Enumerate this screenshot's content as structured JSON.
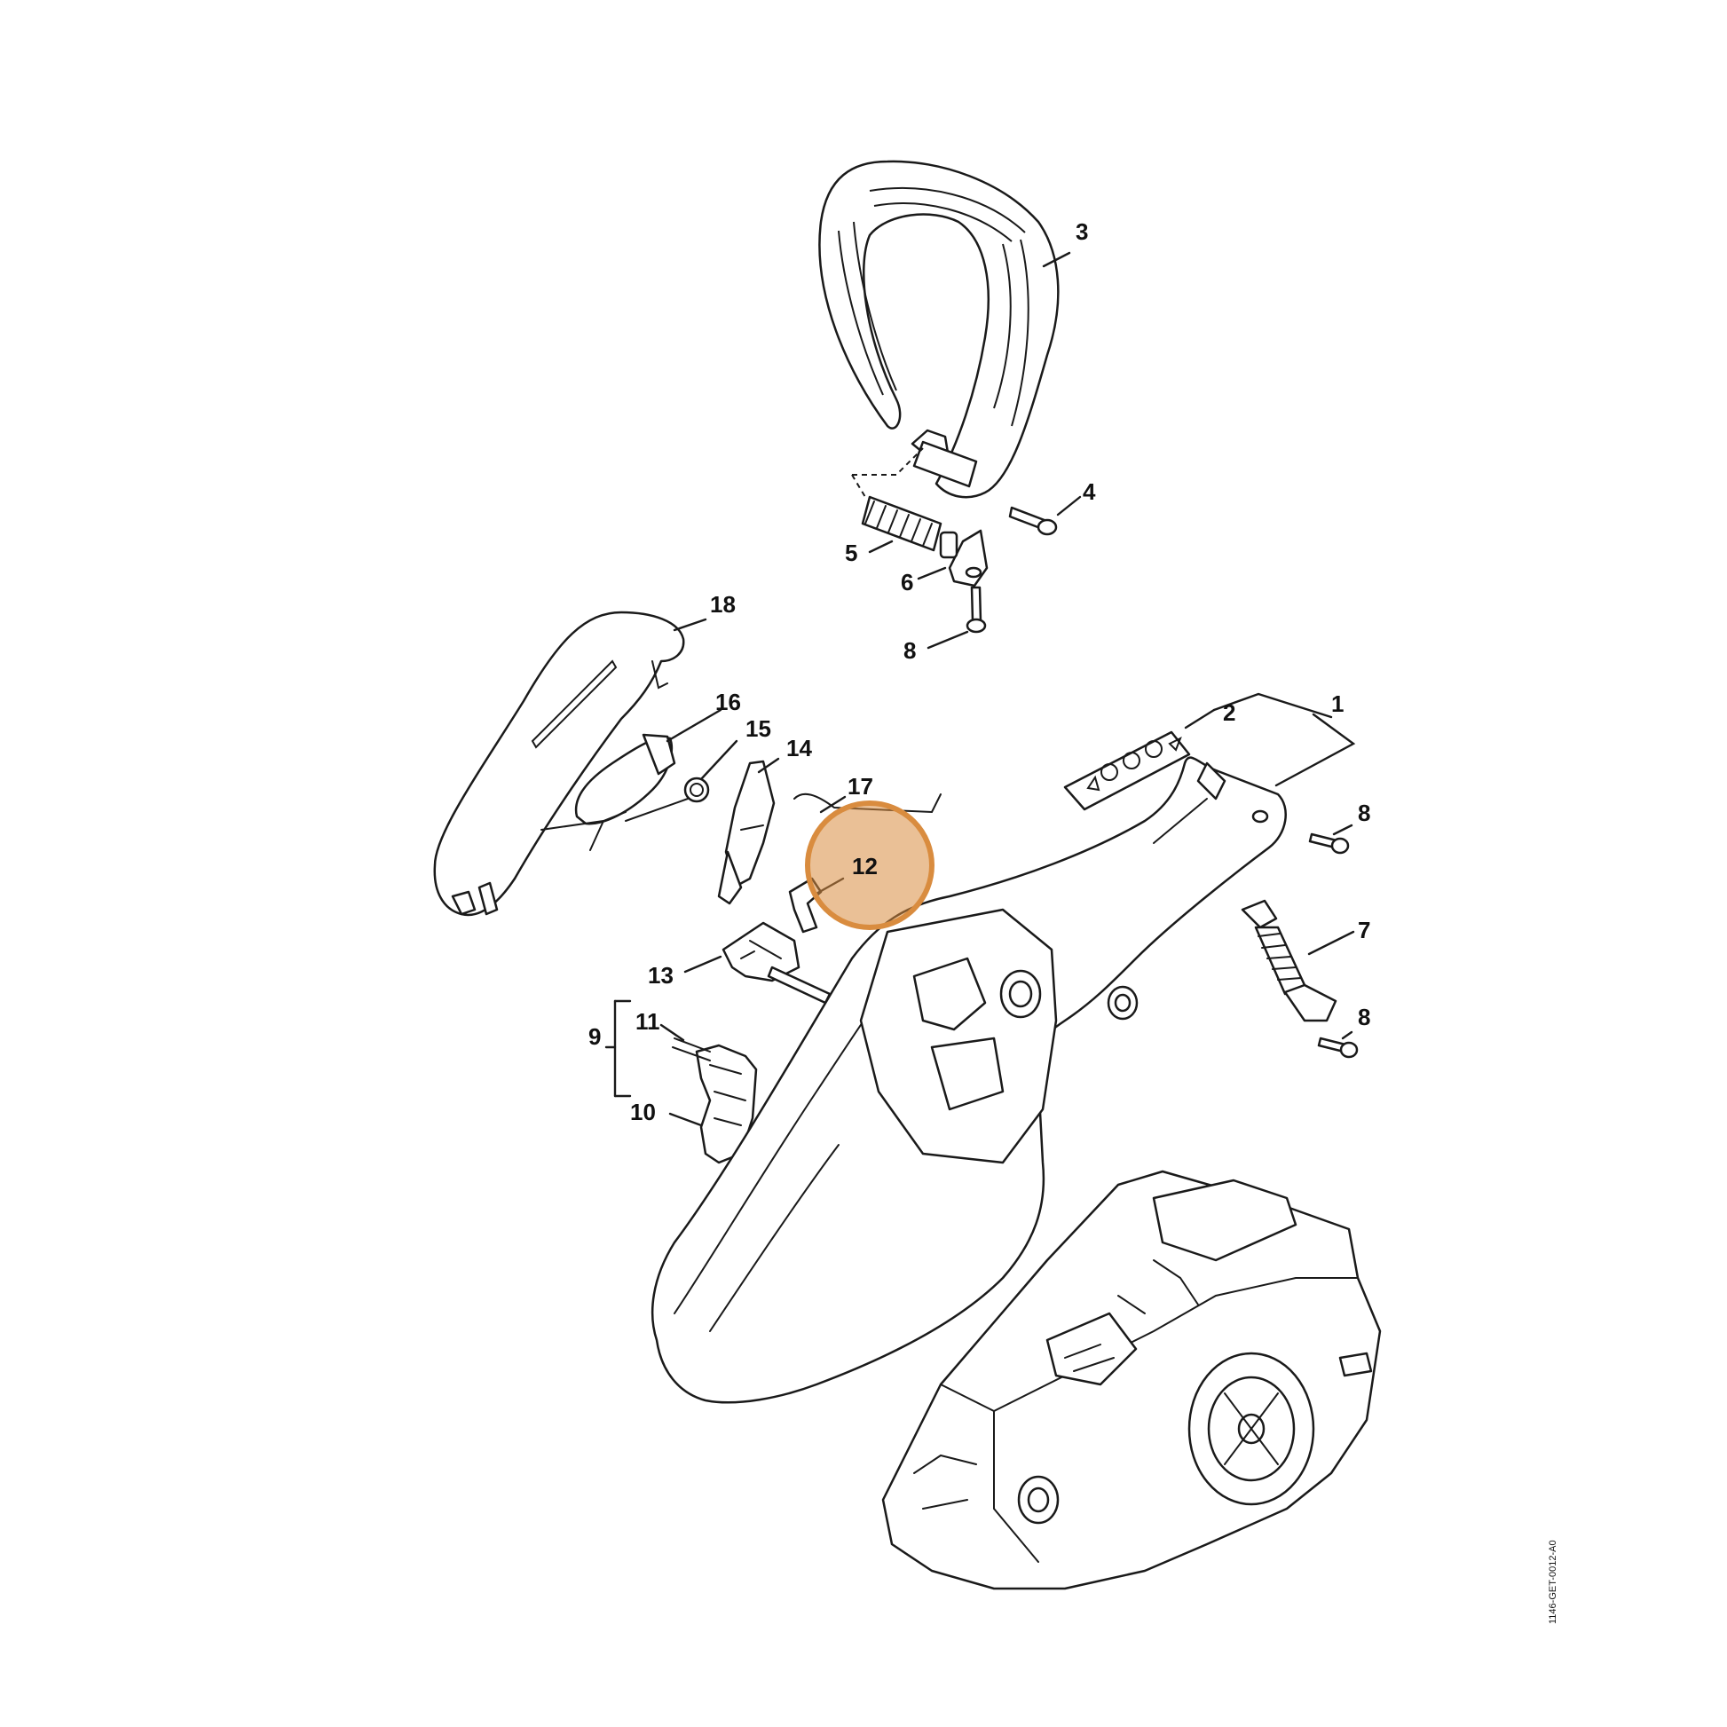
{
  "diagram": {
    "document_id": "1146-GET-0012-A0",
    "highlight_color": "#d98c3f",
    "highlighted_callout": "12",
    "callouts": [
      "1",
      "2",
      "3",
      "4",
      "5",
      "6",
      "7",
      "8",
      "8",
      "8",
      "8",
      "9",
      "10",
      "11",
      "12",
      "13",
      "14",
      "15",
      "16",
      "17",
      "18"
    ]
  }
}
